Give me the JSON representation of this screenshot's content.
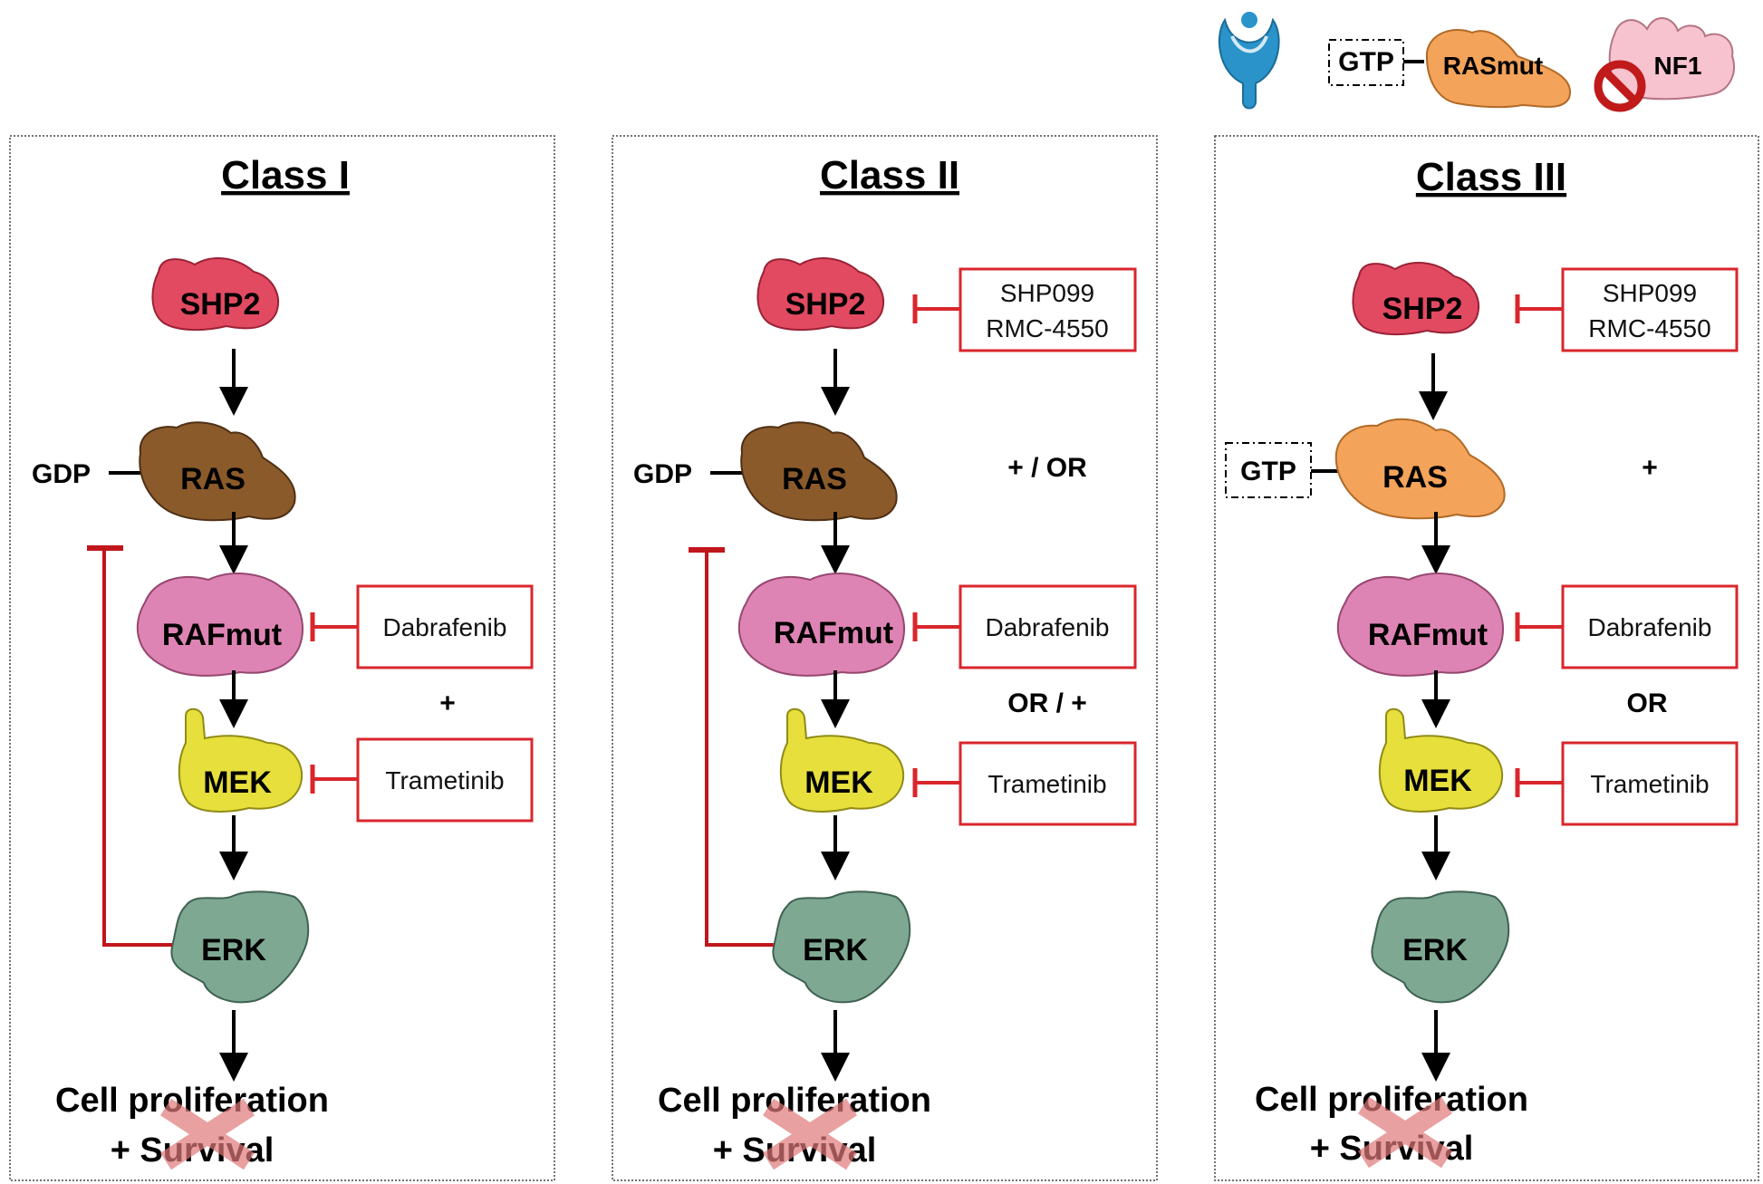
{
  "legend": {
    "gtp_label": "GTP",
    "rasmut_label": "RASmut",
    "nf1_label": "NF1"
  },
  "panels": [
    {
      "title": "Class I",
      "nucleotide": "GDP",
      "shp2": "SHP2",
      "ras": "RAS",
      "raf": "RAFmut",
      "mek": "MEK",
      "erk": "ERK",
      "shp2_inhibitors": [],
      "raf_inhibitor": "Dabrafenib",
      "mek_inhibitor": "Trametinib",
      "connector_upper": "",
      "connector_lower": "+",
      "outcome_line1": "Cell proliferation",
      "outcome_line2": "+ Survival"
    },
    {
      "title": "Class II",
      "nucleotide": "GDP",
      "shp2": "SHP2",
      "ras": "RAS",
      "raf": "RAFmut",
      "mek": "MEK",
      "erk": "ERK",
      "shp2_inhibitors": [
        "SHP099",
        "RMC-4550"
      ],
      "raf_inhibitor": "Dabrafenib",
      "mek_inhibitor": "Trametinib",
      "connector_upper": "+ / OR",
      "connector_lower": "OR / +",
      "outcome_line1": "Cell proliferation",
      "outcome_line2": "+ Survival"
    },
    {
      "title": "Class III",
      "nucleotide": "GTP",
      "shp2": "SHP2",
      "ras": "RAS",
      "raf": "RAFmut",
      "mek": "MEK",
      "erk": "ERK",
      "shp2_inhibitors": [
        "SHP099",
        "RMC-4550"
      ],
      "raf_inhibitor": "Dabrafenib",
      "mek_inhibitor": "Trametinib",
      "connector_upper": "+",
      "connector_lower": "OR",
      "outcome_line1": "Cell proliferation",
      "outcome_line2": "+ Survival"
    }
  ],
  "colors": {
    "shp2": "#e24a62",
    "ras_gdp": "#8b5a2b",
    "ras_gtp": "#f4a35a",
    "raf": "#de84b4",
    "mek": "#e6df3c",
    "erk": "#7fa893",
    "inhibitor": "#d9262c",
    "cross": "#e07878"
  }
}
